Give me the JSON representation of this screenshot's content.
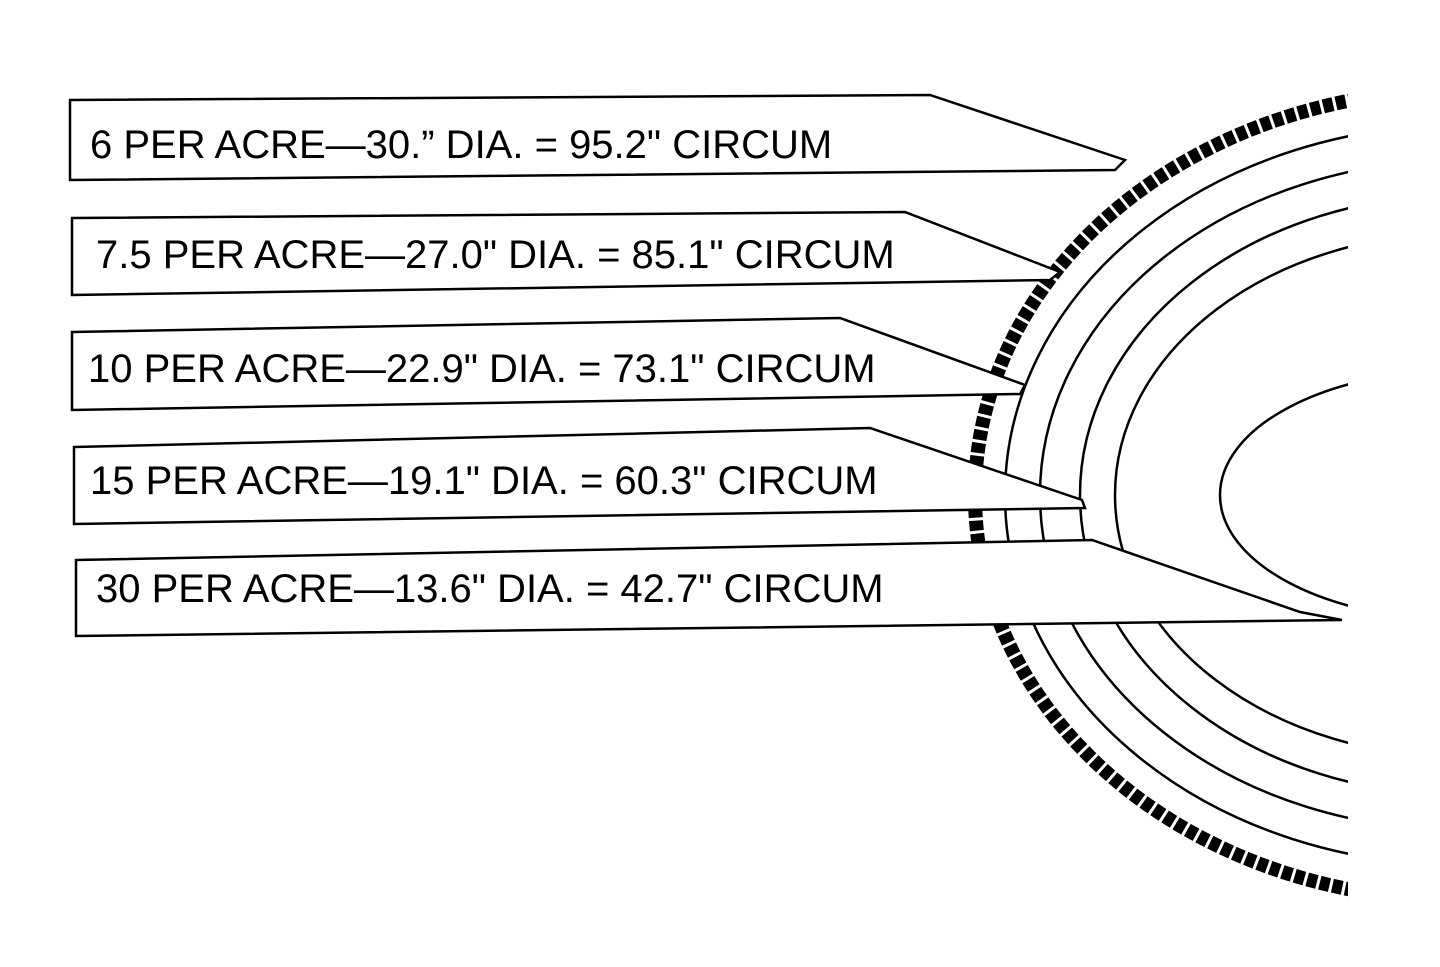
{
  "labels": [
    {
      "text": "6 PER ACRE—30.” DIA. = 95.2\" CIRCUM"
    },
    {
      "text": "7.5 PER ACRE—27.0\" DIA. = 85.1\" CIRCUM"
    },
    {
      "text": "10 PER ACRE—22.9\" DIA. = 73.1\" CIRCUM"
    },
    {
      "text": "15 PER ACRE—19.1\" DIA. = 60.3\" CIRCUM"
    },
    {
      "text": "30 PER ACRE—13.6\" DIA. = 42.7\" CIRCUM"
    }
  ]
}
